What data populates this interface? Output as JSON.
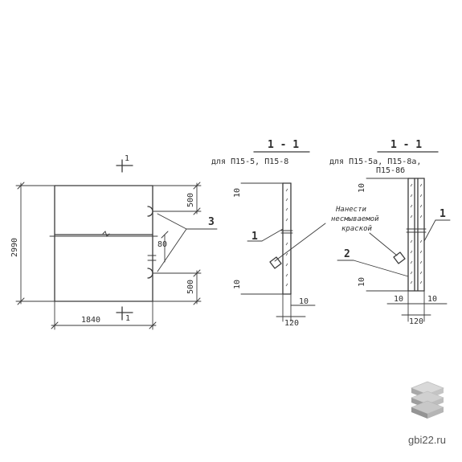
{
  "drawing": {
    "section_mark": "1",
    "section_label_left": "1 - 1",
    "section_label_right": "1 - 1",
    "caption_left": "для П15-5, П15-8",
    "caption_right_line1": "для П15-5а, П15-8а,",
    "caption_right_line2": "П15-8б",
    "note_line1": "Нанести",
    "note_line2": "несмываемой",
    "note_line3": "краской",
    "callout_1_left": "1",
    "callout_1_right": "1",
    "callout_2": "2",
    "callout_3": "3",
    "dims": {
      "height": "2990",
      "width": "1840",
      "top_500": "500",
      "bottom_500": "500",
      "mid_80": "80",
      "left_10_top": "10",
      "left_10_bottom": "10",
      "left_10_base": "10",
      "left_120": "120",
      "right_10_top": "10",
      "right_10_bottom": "10",
      "right_10_base_a": "10",
      "right_10_base_b": "10",
      "right_120": "120"
    }
  },
  "logo": {
    "text": "gbi22.ru",
    "icon": "stacked-slabs-icon"
  }
}
